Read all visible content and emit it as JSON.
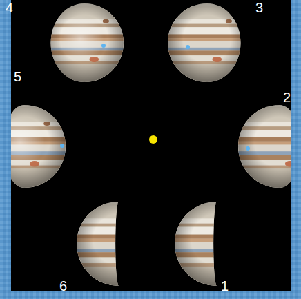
{
  "diagram": {
    "labels": [
      "4",
      "3",
      "5",
      "2",
      "6",
      "1"
    ]
  }
}
